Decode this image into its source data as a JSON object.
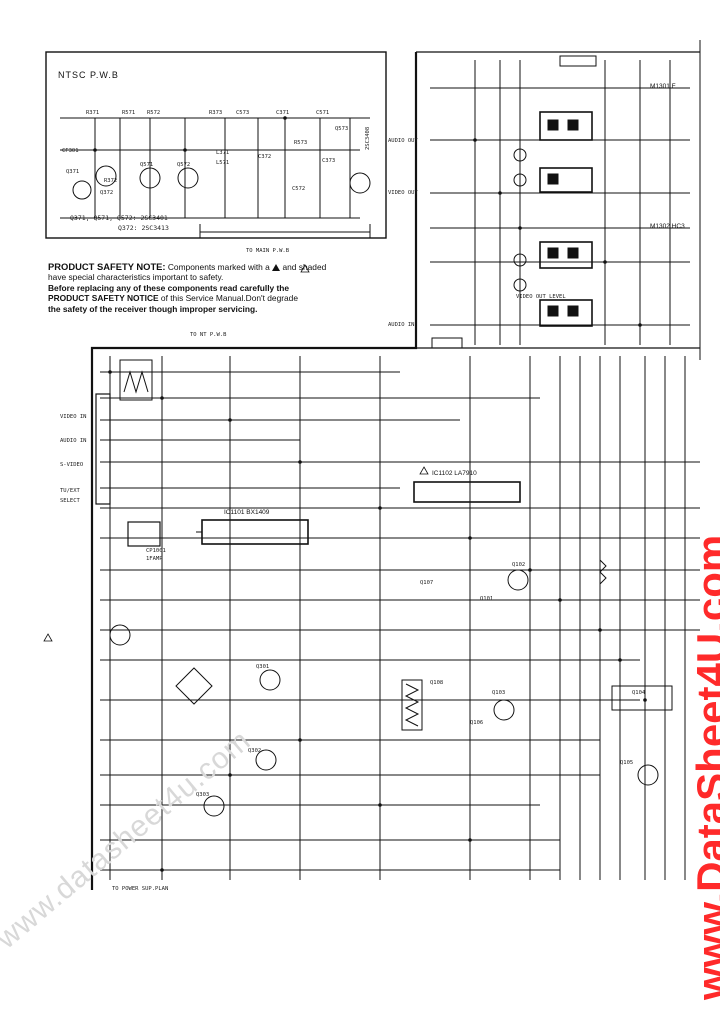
{
  "ntsc_box": {
    "title": "NTSC P.W.B",
    "transistor_note_1": "Q371, Q571, Q572: 2SC3401",
    "transistor_note_2": "Q372: 2SC3413",
    "to_main_pwb": "TO MAIN P.W.B",
    "part_labels": [
      "Q371",
      "Q372",
      "Q571",
      "Q572",
      "Q573",
      "R371",
      "R372",
      "R373",
      "R571",
      "R572",
      "R573",
      "C371",
      "C372",
      "C373",
      "C571",
      "C572",
      "C573",
      "L371",
      "L571",
      "CF301",
      "2SC3408"
    ]
  },
  "safety_note": {
    "heading": "PRODUCT SAFETY NOTE:",
    "line1_rest": "Components marked with a",
    "line1_tail": "and shaded",
    "line2": "have special characteristics important to safety.",
    "line3": "Before replacing any of these components read carefully the",
    "line4_bold": "PRODUCT SAFETY NOTICE",
    "line4_rest": "of this Service Manual.Don't degrade",
    "line5": "the safety of the receiver though improper servicing."
  },
  "top_right_labels": {
    "m1301": "M1301 F",
    "m1302": "M1302 HC3",
    "video_level": "VIDEO OUT LEVEL",
    "audio_out": "AUDIO OUT",
    "video_out": "VIDEO OUT",
    "audio_in": "AUDIO IN"
  },
  "left_panel": {
    "to_ntsc": "TO NT P.W.B",
    "ic1101": "IC1101 BX1409",
    "ic1102": "IC1102 LA7910",
    "cp1001": "CP1001",
    "fuse_label": "1FAMP",
    "bottom_label": "TO POWER SUP.PLAN",
    "inputs": [
      "VIDEO IN",
      "AUDIO IN",
      "S-VIDEO",
      "TU/EXT",
      "SELECT"
    ],
    "q_labels": [
      "Q101",
      "Q102",
      "Q103",
      "Q104",
      "Q105",
      "Q106",
      "Q107",
      "Q108",
      "Q301",
      "Q302",
      "Q303"
    ]
  },
  "watermarks": {
    "diagonal": "www.datasheet4u.com",
    "vertical": "www.DataSheet4U.com"
  }
}
